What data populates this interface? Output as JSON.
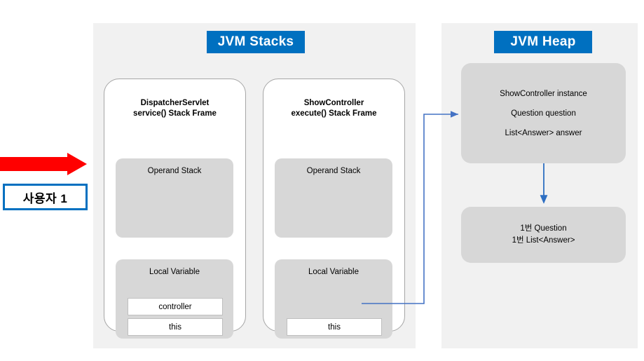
{
  "actor": {
    "arrow_icon": "right-arrow-icon",
    "label": "사용자 1"
  },
  "panels": {
    "stacks": {
      "title": "JVM Stacks",
      "title_bg": "#0070C0",
      "bg": "#F1F1F1",
      "frames": [
        {
          "heading_line1": "DispatcherServlet",
          "heading_line2": "service() Stack Frame",
          "operand_stack_label": "Operand Stack",
          "local_variable_label": "Local Variable",
          "slots": [
            "controller",
            "this"
          ]
        },
        {
          "heading_line1": "ShowController",
          "heading_line2": "execute() Stack Frame",
          "operand_stack_label": "Operand Stack",
          "local_variable_label": "Local Variable",
          "slots": [
            "this"
          ]
        }
      ]
    },
    "heap": {
      "title": "JVM Heap",
      "title_bg": "#0070C0",
      "bg": "#F1F1F1",
      "objects": [
        {
          "lines": [
            "ShowController instance",
            "Question question",
            "List<Answer> answer"
          ]
        },
        {
          "lines": [
            "1번 Question",
            "1번 List<Answer>"
          ]
        }
      ]
    }
  },
  "connectors": {
    "reference_color": "#4472C4",
    "field_color": "#2E6FC2",
    "arrow_color": "#FF0000",
    "border_color": "#0070C0"
  }
}
